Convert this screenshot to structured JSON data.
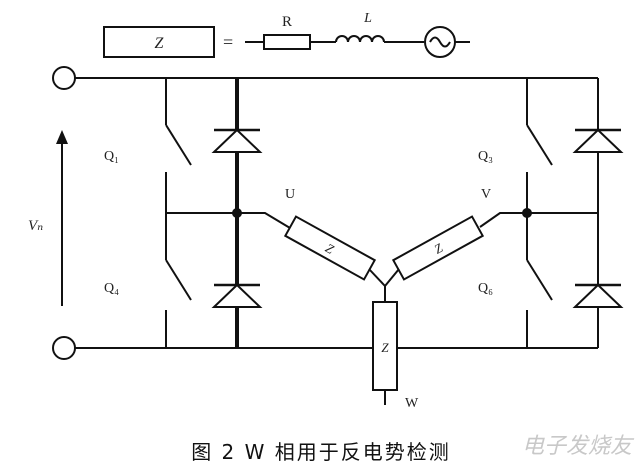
{
  "legend": {
    "z_box": "Z",
    "equals": "=",
    "r_label": "R",
    "l_label": "L"
  },
  "labels": {
    "vdc": "Vₙ",
    "q1": "Q₁",
    "q4": "Q₄",
    "q3": "Q₃",
    "q6": "Q₆",
    "u": "U",
    "v": "V",
    "w": "W",
    "z_u": "Z",
    "z_v": "Z",
    "z_w": "Z"
  },
  "caption": "图 2  W 相用于反电势检测",
  "watermark": "电子发烧友"
}
